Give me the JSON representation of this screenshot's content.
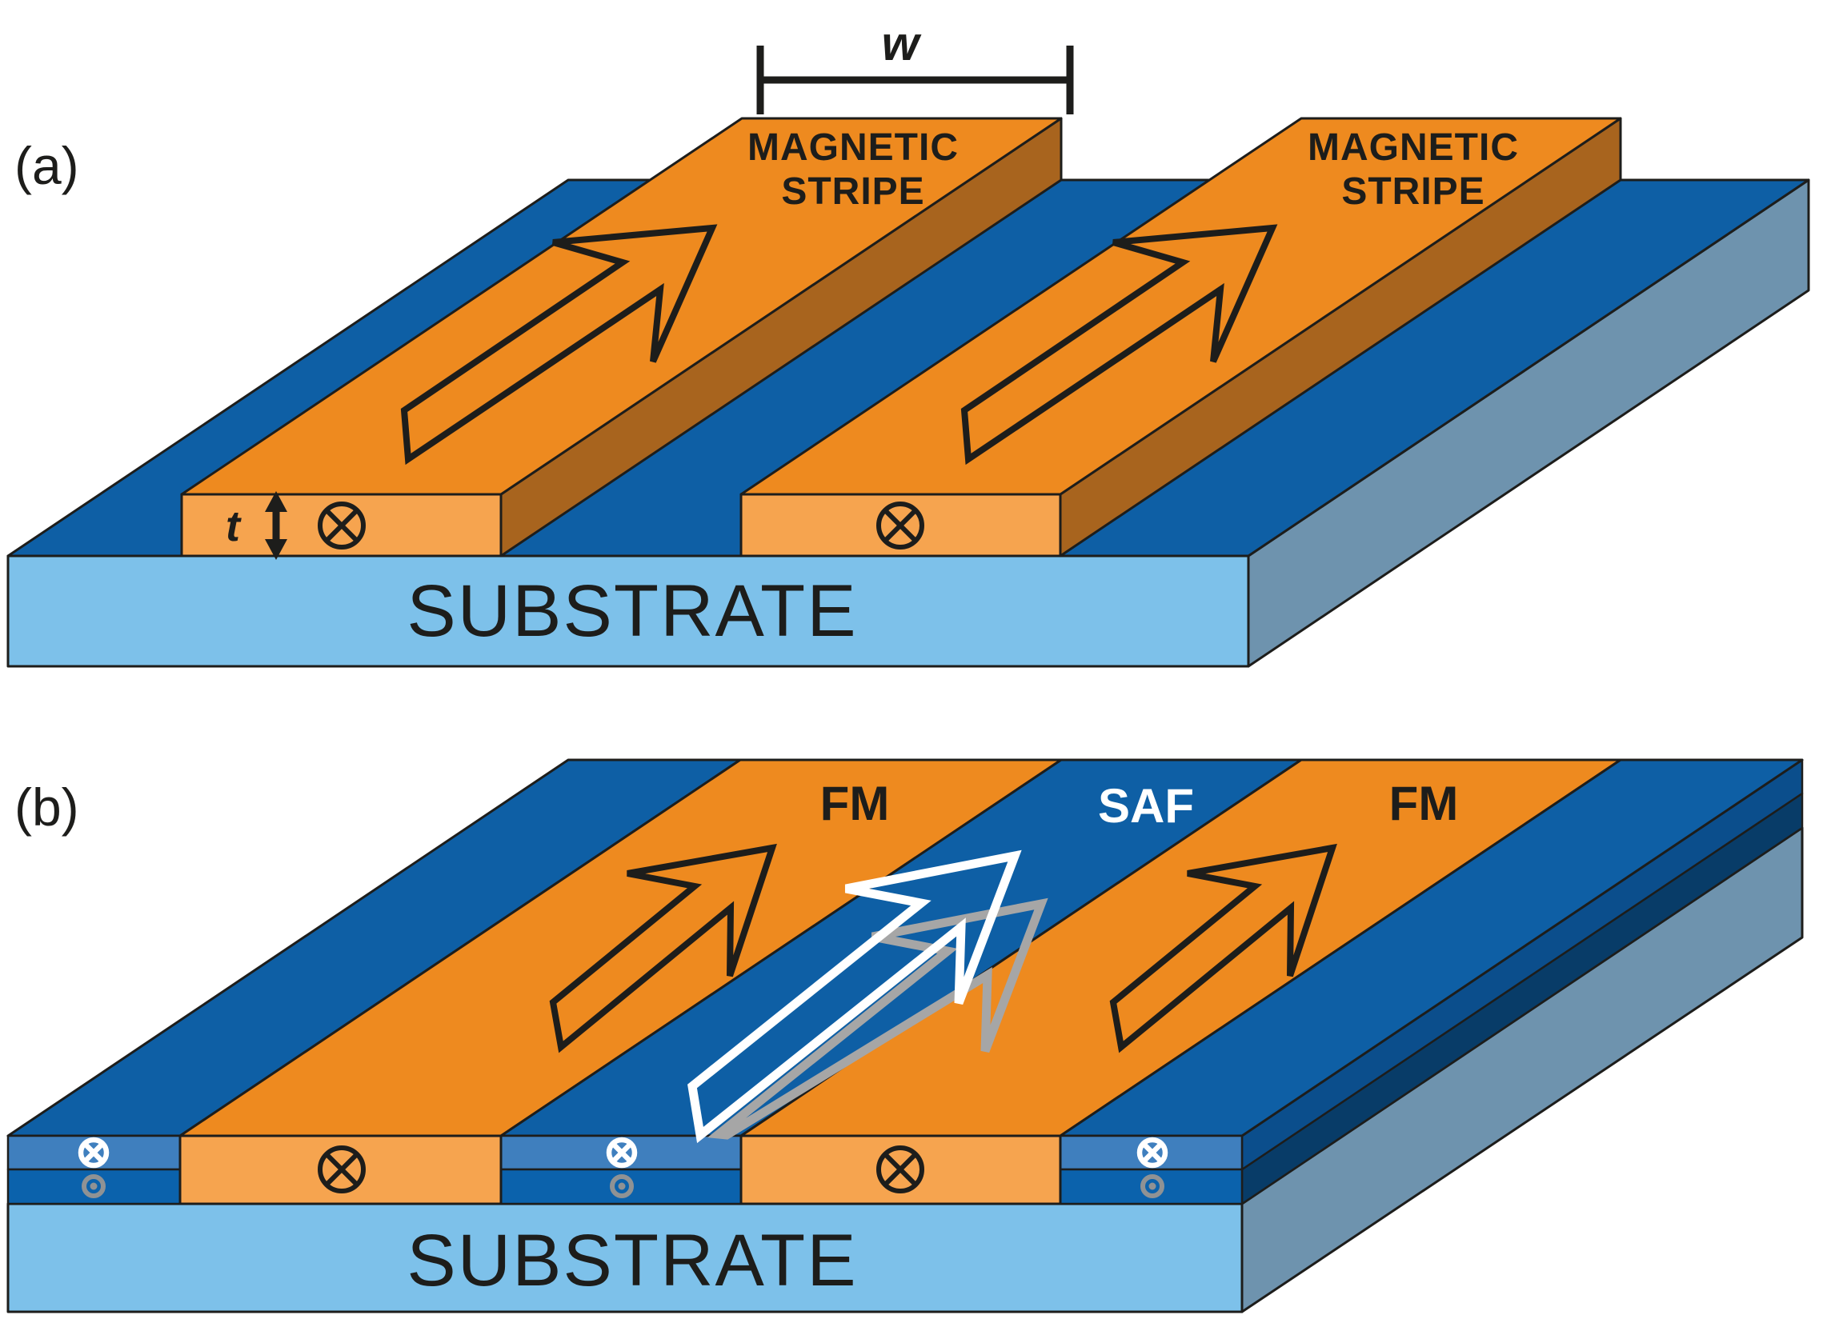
{
  "figure": {
    "type": "scientific-schematic",
    "description_panels": 2
  },
  "palette": {
    "outline": "#1d1d1b",
    "orange_top": "#EE8A1F",
    "orange_front": "#F6A44F",
    "orange_side": "#A8641E",
    "blue_top": "#0E5FA5",
    "substrate_front": "#7DC1EA",
    "substrate_side": "#6E93AE",
    "saf_upper_front": "#3F7FBE",
    "saf_lower_front": "#0B62AC",
    "saf_upper_side": "#0B4E8C",
    "saf_lower_side": "#083C68",
    "arrow_white": "#FFFFFF",
    "arrow_gray": "#A6A6A6",
    "symbol_gray": "#8F9294"
  },
  "symbols": {
    "into_page": "circled-x",
    "out_of_page": "circled-dot"
  },
  "panel_a": {
    "label": "(a)",
    "width_label": "w",
    "thickness_label": "t",
    "stripe_label_line1": "MAGNETIC",
    "stripe_label_line2": "STRIPE",
    "substrate_label": "SUBSTRATE"
  },
  "panel_b": {
    "label": "(b)",
    "fm_label": "FM",
    "saf_label": "SAF",
    "substrate_label": "SUBSTRATE"
  }
}
